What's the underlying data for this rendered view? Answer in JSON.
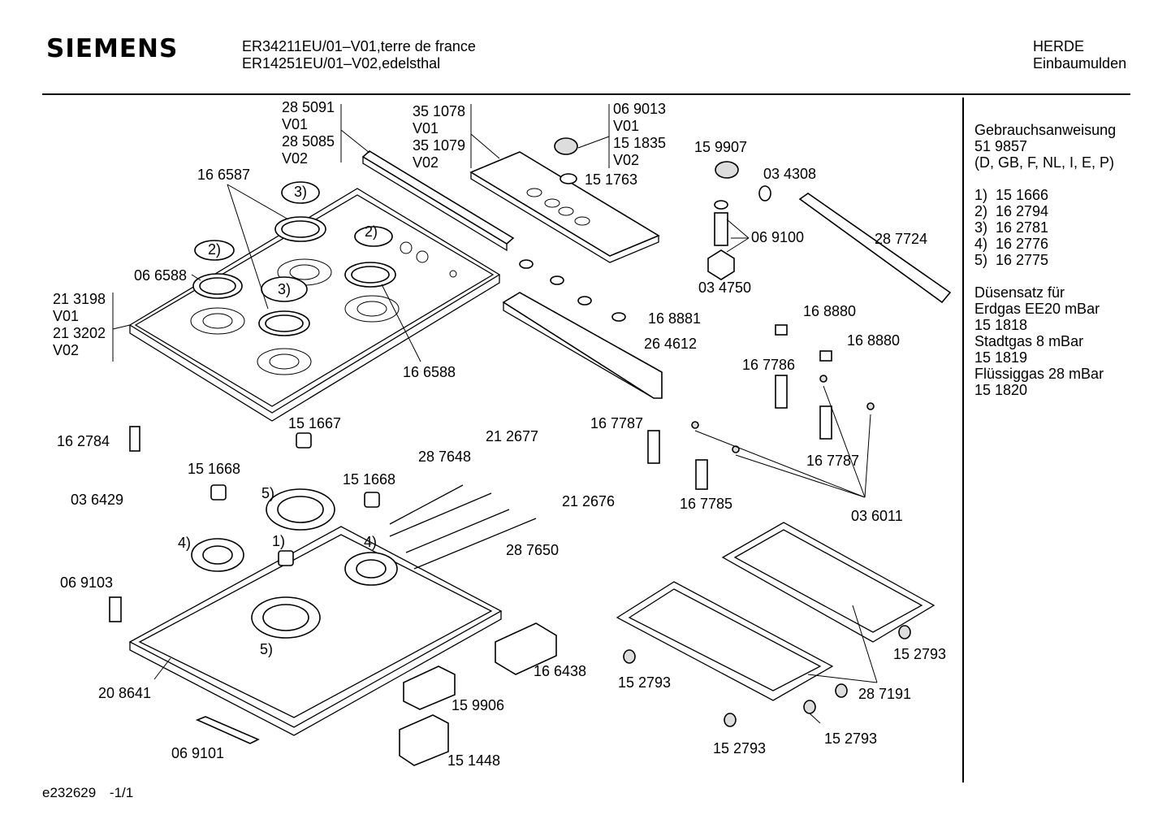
{
  "header": {
    "brand": "SIEMENS",
    "model_line_1": "ER34211EU/01–V01,terre de france",
    "model_line_2": "ER14251EU/01–V02,edelsthal",
    "category_1": "HERDE",
    "category_2": "Einbaumulden"
  },
  "sidebar": {
    "manual_title": "Gebrauchsanweisung",
    "manual_number": "51 9857",
    "manual_languages": "(D, GB, F, NL, I, E, P)",
    "items": [
      {
        "text": "1)  15 1666"
      },
      {
        "text": "2)  16 2794"
      },
      {
        "text": "3)  16 2781"
      },
      {
        "text": "4)  16 2776"
      },
      {
        "text": "5)  16 2775"
      }
    ],
    "nozzle_title": "Düsensatz für",
    "nozzle_1_gas": "Erdgas EE20 mBar",
    "nozzle_1_part": "15 1818",
    "nozzle_2_gas": "Stadtgas 8 mBar",
    "nozzle_2_part": "15 1819",
    "nozzle_3_gas": "Flüssiggas 28 mBar",
    "nozzle_3_part": "15 1820"
  },
  "parts": {
    "p285091": "28 5091",
    "v01a": "V01",
    "p285085": "28 5085",
    "v02a": "V02",
    "p351078": "35 1078",
    "v01b": "V01",
    "p351079": "35 1079",
    "v02b": "V02",
    "p069013": "06 9013",
    "v01c": "V01",
    "p151835": "15 1835",
    "v02c": "V02",
    "p151763": "15 1763",
    "p159907": "15 9907",
    "p034308": "03 4308",
    "p069100": "06 9100",
    "p287724": "28 7724",
    "p034750": "03 4750",
    "p166587": "16 6587",
    "p066588": "06 6588",
    "p213198": "21 3198",
    "v01d": "V01",
    "p213202": "21 3202",
    "v02d": "V02",
    "p166588": "16 6588",
    "p168881": "16 8881",
    "p264612": "26 4612",
    "p168880a": "16 8880",
    "p168880b": "16 8880",
    "p167786": "16 7786",
    "p167787a": "16 7787",
    "p167787b": "16 7787",
    "p167785": "16 7785",
    "p036011": "03 6011",
    "p162784": "16 2784",
    "p036429": "03 6429",
    "p151667": "15 1667",
    "p151668a": "15 1668",
    "p151668b": "15 1668",
    "p287648": "28 7648",
    "p212677": "21 2677",
    "p212676": "21 2676",
    "p287650": "28 7650",
    "p069103": "06 9103",
    "p208641": "20 8641",
    "p069101": "06 9101",
    "p166438": "16 6438",
    "p159906": "15 9906",
    "p151448": "15 1448",
    "p152793a": "15 2793",
    "p152793b": "15 2793",
    "p152793c": "15 2793",
    "p152793d": "15 2793",
    "p287191": "28 7191"
  },
  "callouts": {
    "c3a": "3)",
    "c3b": "3)",
    "c2a": "2)",
    "c2b": "2)",
    "c5a": "5)",
    "c5b": "5)",
    "c4a": "4)",
    "c4b": "4)",
    "c1": "1)"
  },
  "footer": {
    "doc_id": "e232629",
    "page": "-1/1"
  }
}
